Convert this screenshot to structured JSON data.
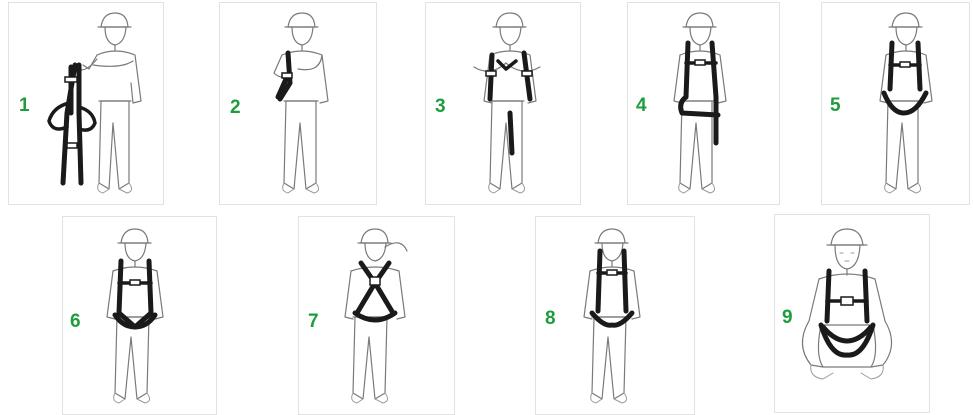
{
  "steps": [
    {
      "label": "1"
    },
    {
      "label": "2"
    },
    {
      "label": "3"
    },
    {
      "label": "4"
    },
    {
      "label": "5"
    },
    {
      "label": "6"
    },
    {
      "label": "7"
    },
    {
      "label": "8"
    },
    {
      "label": "9"
    }
  ],
  "colors": {
    "step_number": "#1f9d3e",
    "harness": "#1a1a1a",
    "outline": "#7a7a7a",
    "panel_border": "#e2e2e2"
  }
}
